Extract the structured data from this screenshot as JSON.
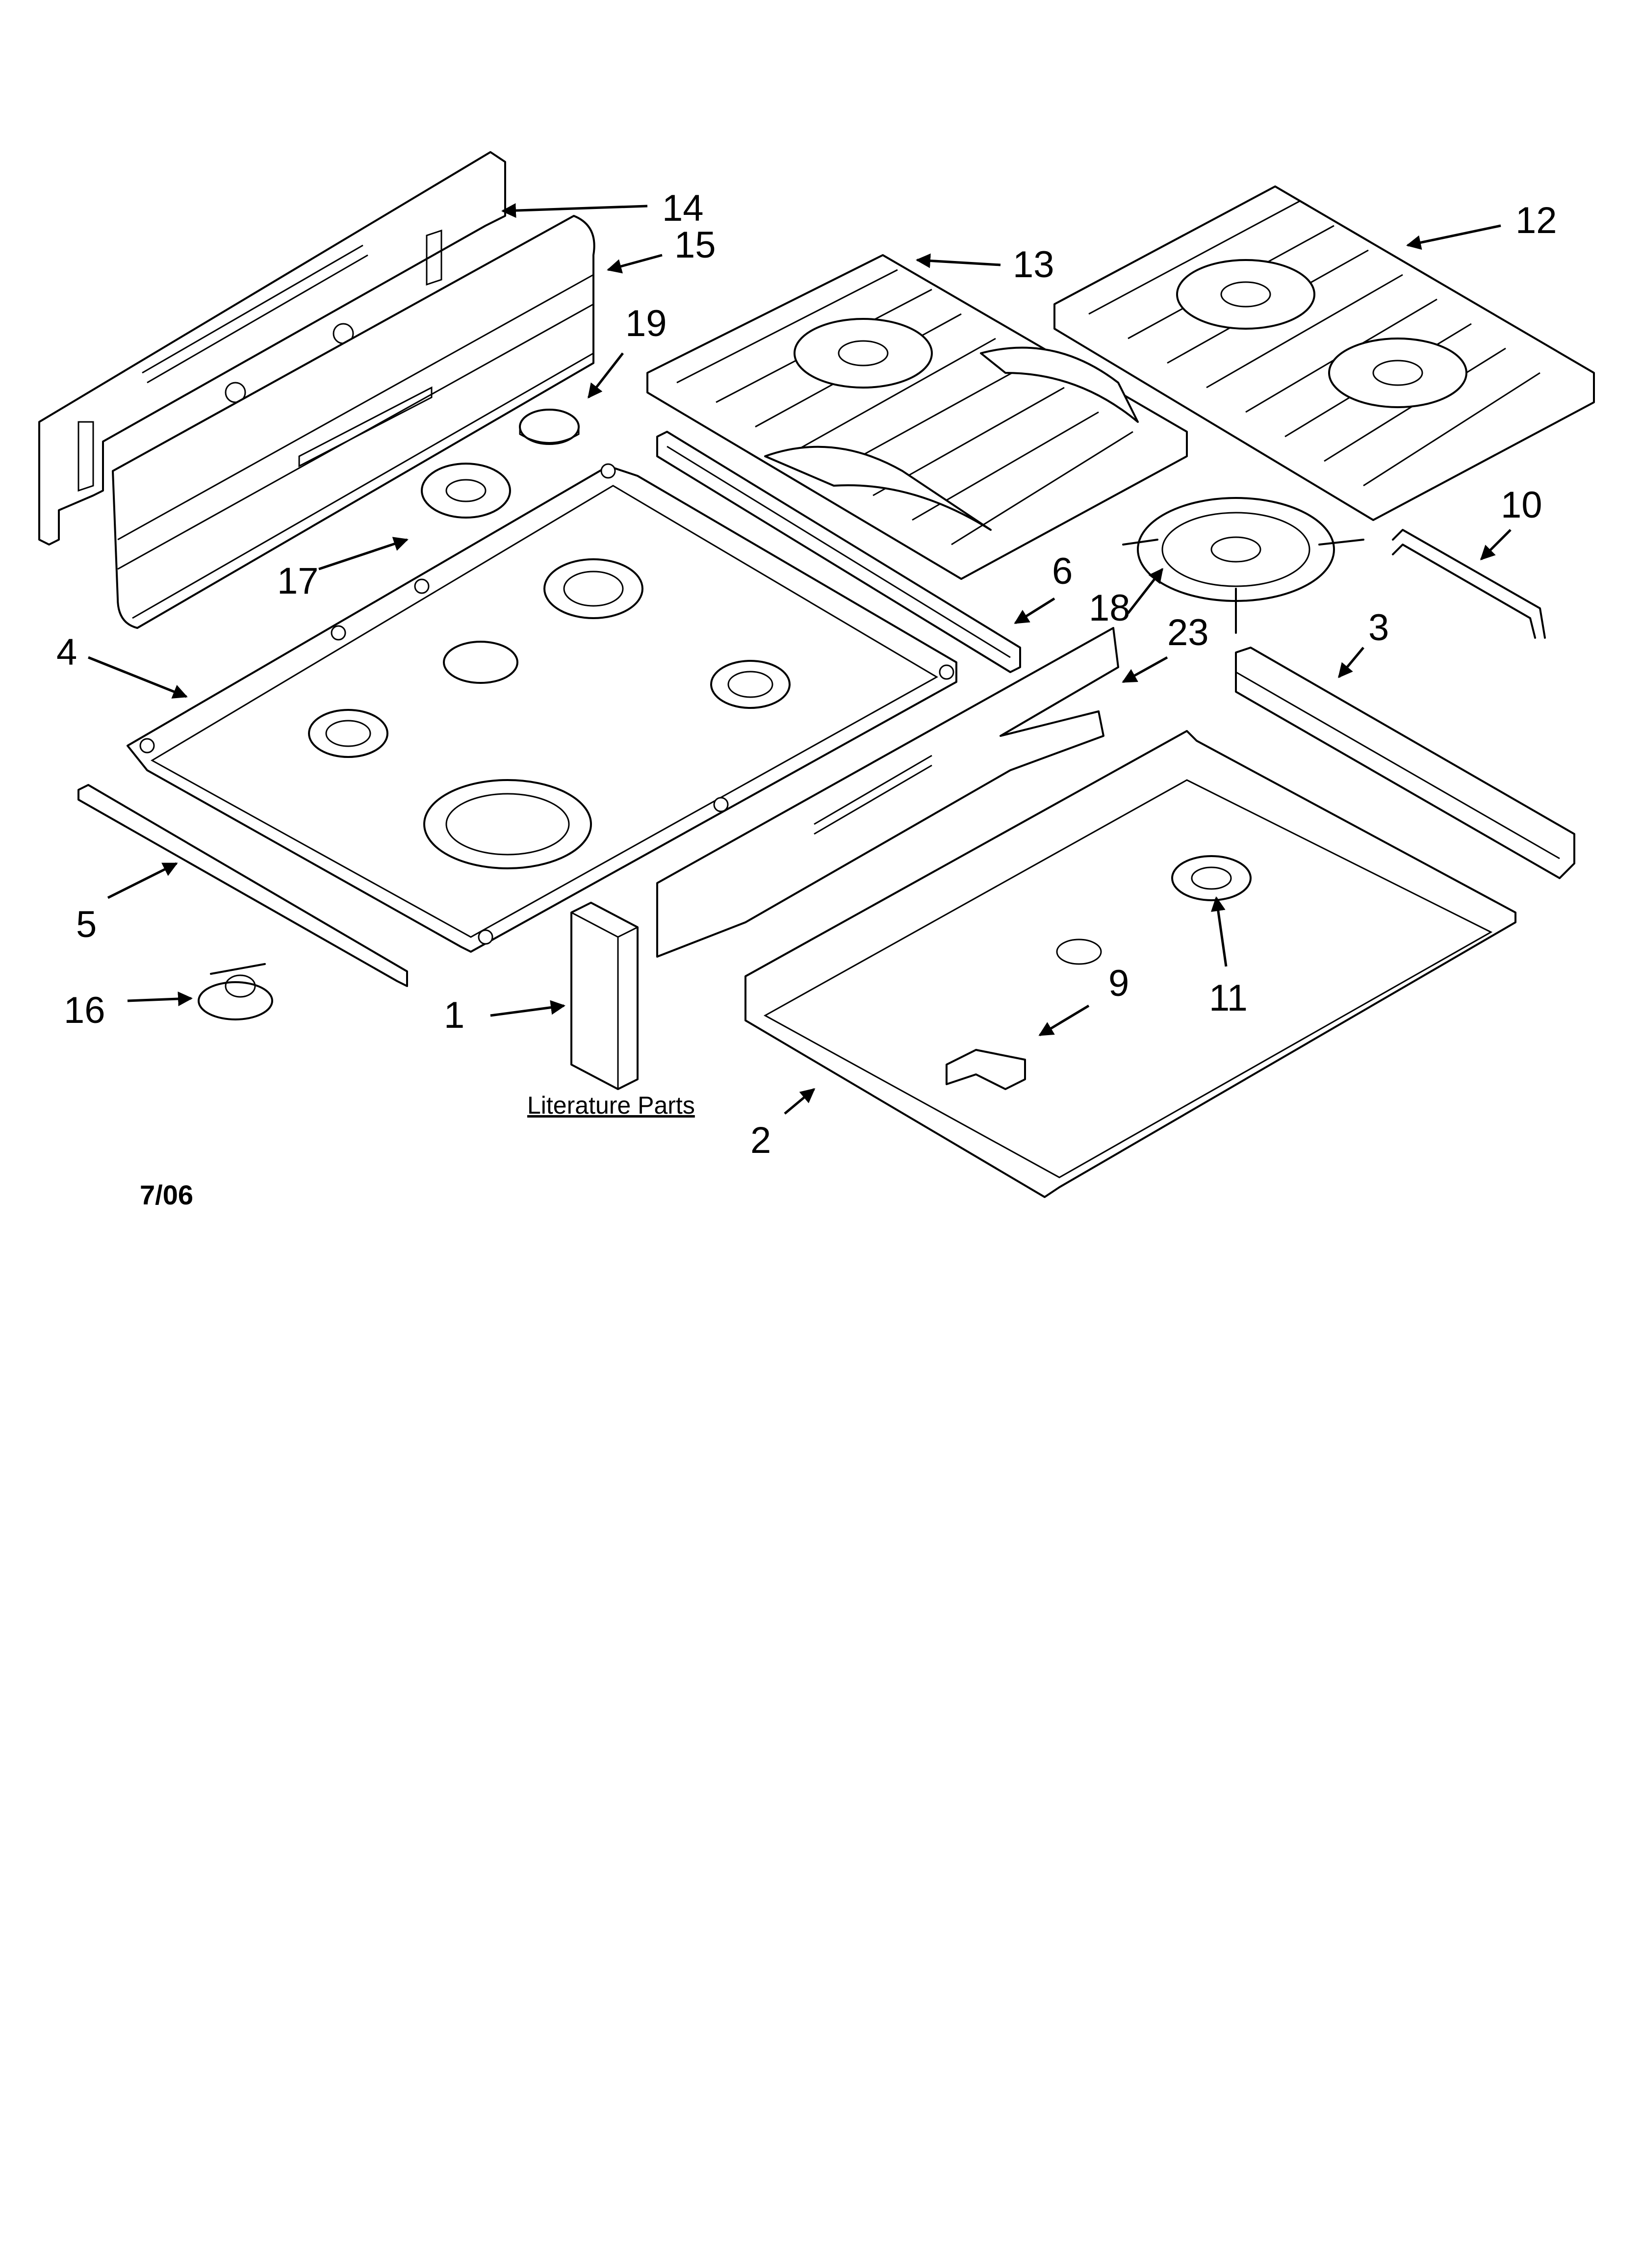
{
  "diagram": {
    "callouts": {
      "c1": "1",
      "c2": "2",
      "c3": "3",
      "c4": "4",
      "c5": "5",
      "c6": "6",
      "c9": "9",
      "c10": "10",
      "c11": "11",
      "c12": "12",
      "c13": "13",
      "c14": "14",
      "c15": "15",
      "c16": "16",
      "c17": "17",
      "c18": "18",
      "c19": "19",
      "c23": "23"
    },
    "literature_label": "Literature Parts",
    "date_code": "7/06"
  }
}
